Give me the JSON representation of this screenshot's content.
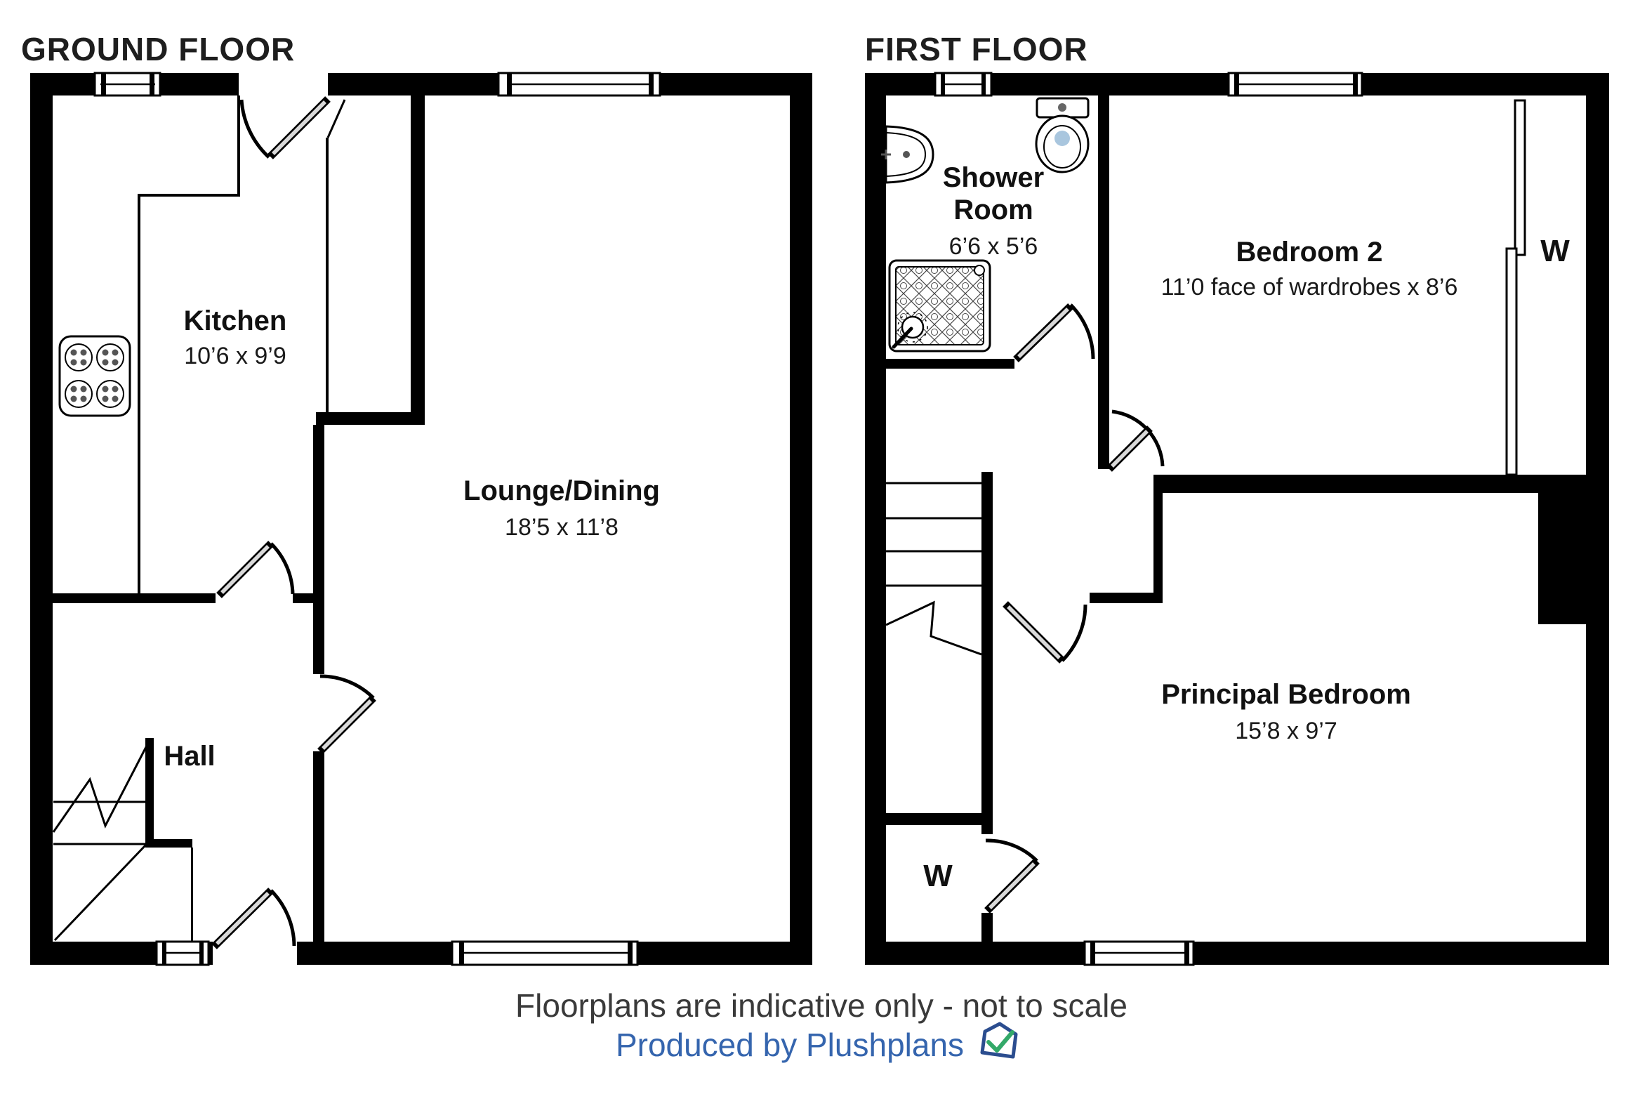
{
  "ground_floor": {
    "title": "GROUND FLOOR",
    "kitchen": {
      "name": "Kitchen",
      "dims": "10’6 x 9’9"
    },
    "lounge": {
      "name": "Lounge/Dining",
      "dims": "18’5 x 11’8"
    },
    "hall": {
      "name": "Hall"
    }
  },
  "first_floor": {
    "title": "FIRST FLOOR",
    "shower_room": {
      "name_line1": "Shower",
      "name_line2": "Room",
      "dims": "6’6 x 5’6"
    },
    "bedroom2": {
      "name": "Bedroom 2",
      "dims": "11’0 face of wardrobes x 8’6"
    },
    "principal_bedroom": {
      "name": "Principal Bedroom",
      "dims": "15’8 x 9’7"
    },
    "wardrobe_label": "W",
    "closet_label": "W"
  },
  "footer": {
    "disclaimer": "Floorplans are indicative only - not to scale",
    "credit": "Produced by Plushplans"
  },
  "colors": {
    "wall": "#000000",
    "door_leaf": "#d9d9d9",
    "toilet_accent": "#a9c6de",
    "credit_blue": "#3565ae",
    "check_green": "#33a969",
    "footer_gray": "#3a3a3a"
  }
}
